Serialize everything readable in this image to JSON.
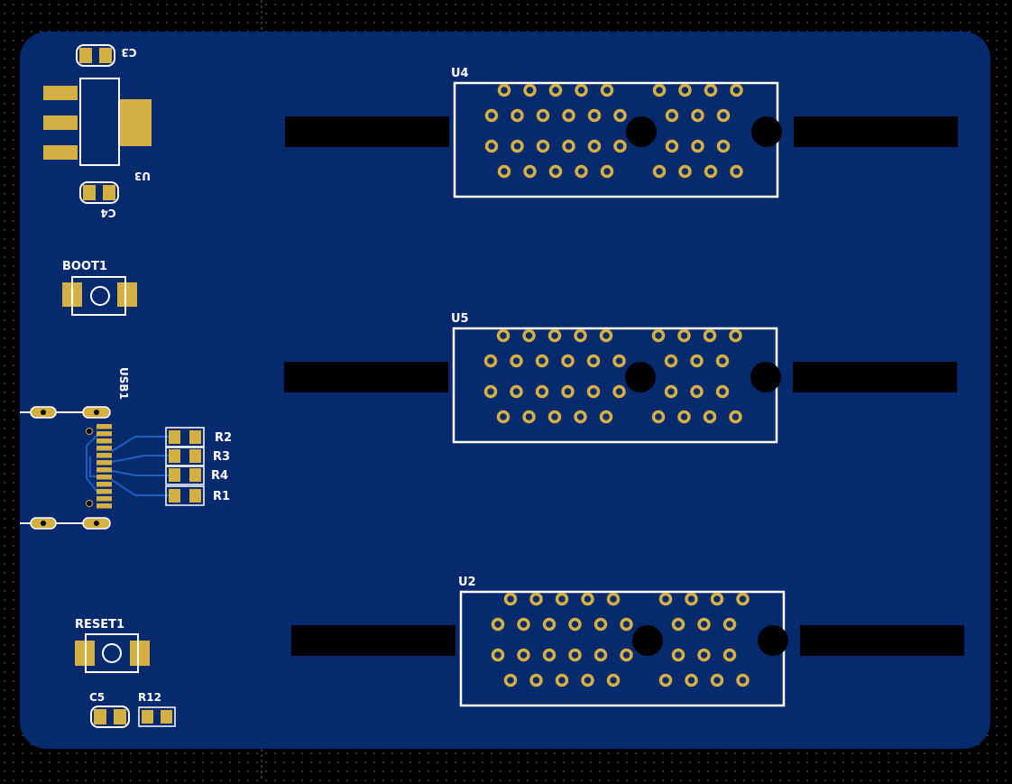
{
  "colors": {
    "board": "#072a6e",
    "pad": "#d4b043",
    "silk": "#ffffff",
    "trace": "#1e5fc4",
    "hole": "#000000",
    "background": "#000000"
  },
  "labels": {
    "c3": "C3",
    "c4": "C4",
    "u3": "U3",
    "boot1": "BOOT1",
    "usb1": "USB1",
    "r1": "R1",
    "r2": "R2",
    "r3": "R3",
    "r4": "R4",
    "reset1": "RESET1",
    "c5": "C5",
    "r12": "R12",
    "u4": "U4",
    "u5": "U5",
    "u2": "U2"
  },
  "connector_pin_rows": [
    5,
    4,
    6,
    3,
    6,
    3,
    5,
    4
  ]
}
